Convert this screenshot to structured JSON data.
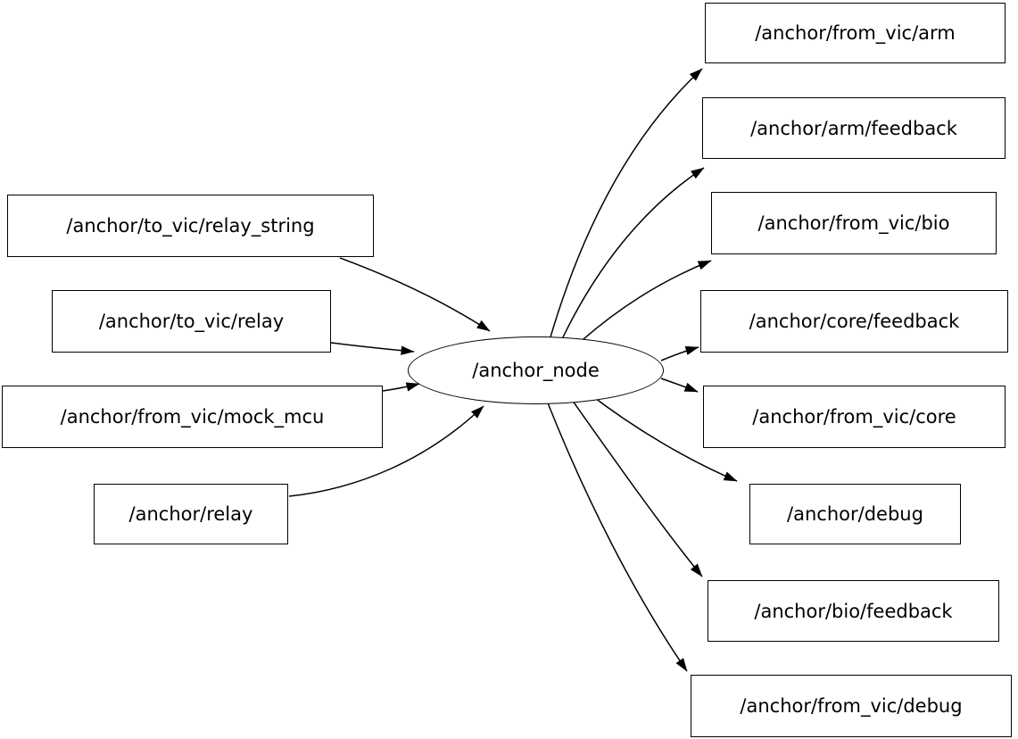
{
  "graph": {
    "center_node": {
      "label": "/anchor_node"
    },
    "input_topics": [
      {
        "label": "/anchor/to_vic/relay_string"
      },
      {
        "label": "/anchor/to_vic/relay"
      },
      {
        "label": "/anchor/from_vic/mock_mcu"
      },
      {
        "label": "/anchor/relay"
      }
    ],
    "output_topics": [
      {
        "label": "/anchor/from_vic/arm"
      },
      {
        "label": "/anchor/arm/feedback"
      },
      {
        "label": "/anchor/from_vic/bio"
      },
      {
        "label": "/anchor/core/feedback"
      },
      {
        "label": "/anchor/from_vic/core"
      },
      {
        "label": "/anchor/debug"
      },
      {
        "label": "/anchor/bio/feedback"
      },
      {
        "label": "/anchor/from_vic/debug"
      }
    ],
    "edges": [
      {
        "from": "/anchor/to_vic/relay_string",
        "to": "/anchor_node"
      },
      {
        "from": "/anchor/to_vic/relay",
        "to": "/anchor_node"
      },
      {
        "from": "/anchor/from_vic/mock_mcu",
        "to": "/anchor_node"
      },
      {
        "from": "/anchor/relay",
        "to": "/anchor_node"
      },
      {
        "from": "/anchor_node",
        "to": "/anchor/from_vic/arm"
      },
      {
        "from": "/anchor_node",
        "to": "/anchor/arm/feedback"
      },
      {
        "from": "/anchor_node",
        "to": "/anchor/from_vic/bio"
      },
      {
        "from": "/anchor_node",
        "to": "/anchor/core/feedback"
      },
      {
        "from": "/anchor_node",
        "to": "/anchor/from_vic/core"
      },
      {
        "from": "/anchor_node",
        "to": "/anchor/debug"
      },
      {
        "from": "/anchor_node",
        "to": "/anchor/bio/feedback"
      },
      {
        "from": "/anchor_node",
        "to": "/anchor/from_vic/debug"
      }
    ],
    "colors": {
      "stroke": "#000000",
      "fill": "#ffffff",
      "text": "#000000",
      "background": "#ffffff"
    }
  }
}
